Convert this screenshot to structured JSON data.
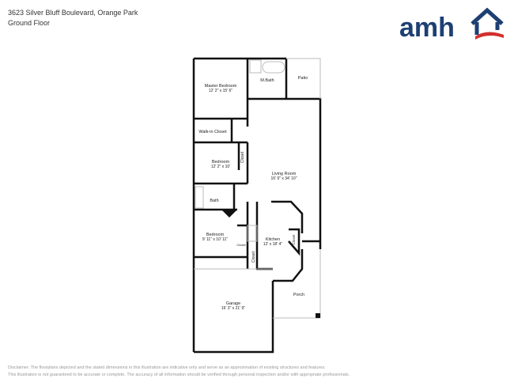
{
  "header": {
    "address": "3623 Silver Bluff Boulevard, Orange Park",
    "floor": "Ground Floor"
  },
  "logo": {
    "text": "amh",
    "icon": "house-roof-icon",
    "colors": {
      "navy": "#1d3f73",
      "red": "#d32f2f"
    }
  },
  "rooms": {
    "master_bedroom": {
      "name": "Master Bedroom",
      "dims": "12' 2\" x 15' 6\""
    },
    "mbath": {
      "name": "M.Bath"
    },
    "patio": {
      "name": "Patio"
    },
    "walkin_closet": {
      "name": "Walk-in Closet"
    },
    "bedroom1": {
      "name": "Bedroom",
      "dims": "12' 2\" x 10'"
    },
    "closet1": {
      "name": "Closet"
    },
    "living_room": {
      "name": "Living Room",
      "dims": "16' 9\" x 34' 10\""
    },
    "bath": {
      "name": "Bath"
    },
    "bedroom2": {
      "name": "Bedroom",
      "dims": "9' 11\" x 10' 11\""
    },
    "closet2": {
      "name": "Closet"
    },
    "closet3": {
      "name": "Closet"
    },
    "closet4": {
      "name": "Closet"
    },
    "kitchen": {
      "name": "Kitchen",
      "dims": "12' x 18' 4\""
    },
    "garage": {
      "name": "Garage",
      "dims": "16' 3\" x 21' 9\""
    },
    "porch": {
      "name": "Porch"
    }
  },
  "disclaimer": {
    "line1": "Disclaimer: The floorplans depicted and the stated dimensions in this illustration are indicative only and serve as an approximation of existing structures and features.",
    "line2": "This illustration is not guaranteed to be accurate or complete. The accuracy of all information should be verified through personal inspection and/or with appropriate professionals."
  }
}
